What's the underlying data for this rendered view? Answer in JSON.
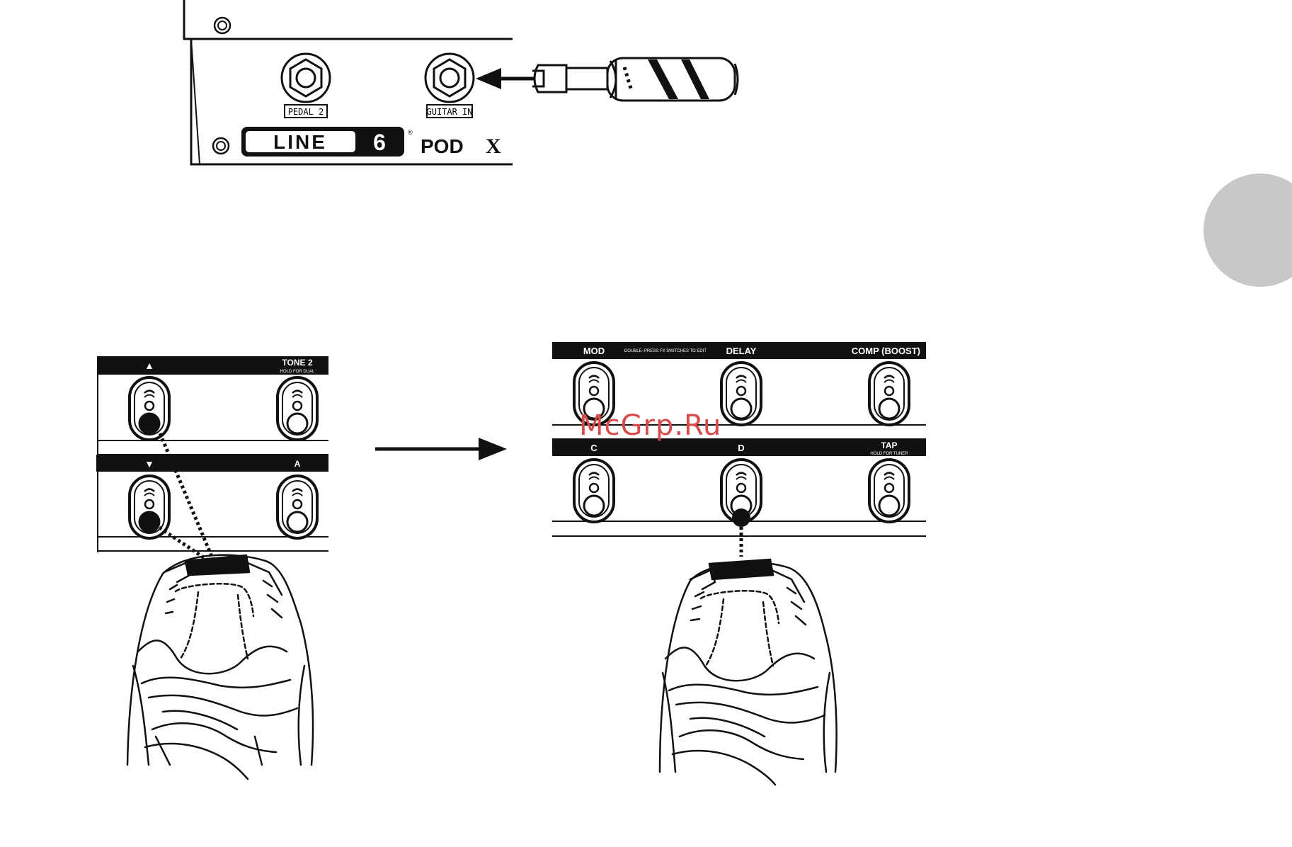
{
  "device_panel": {
    "jack_labels": [
      "PEDAL 2",
      "GUITAR IN"
    ],
    "brand": "LINE",
    "brand_number": "6",
    "model": "POD",
    "model_suffix": "X",
    "registered_mark": "®"
  },
  "left_footswitches": {
    "top_row": {
      "left_symbol": "▲",
      "right_label": "TONE 2",
      "right_sublabel": "HOLD FOR DUAL"
    },
    "bottom_row": {
      "left_symbol": "▼",
      "right_label": "A"
    }
  },
  "right_footswitches": {
    "top_row": {
      "left": "MOD",
      "note": "DOUBLE–PRESS FX SWITCHES TO EDIT",
      "center": "DELAY",
      "right": "COMP (BOOST)"
    },
    "bottom_row": {
      "left": "C",
      "center": "D",
      "right": "TAP",
      "right_sublabel": "HOLD FOR TUNER"
    }
  },
  "watermark": "McGrp.Ru",
  "colors": {
    "ink": "#111111",
    "tab": "#c8c8c8",
    "watermark": "#d94a4a"
  }
}
